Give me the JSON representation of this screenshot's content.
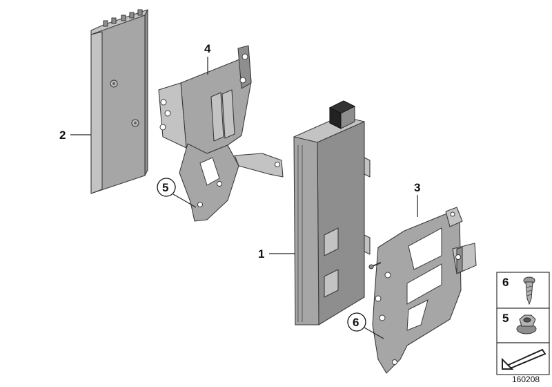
{
  "callouts": {
    "part1": "1",
    "part2": "2",
    "part3": "3",
    "part4": "4",
    "part5": "5",
    "part6": "6"
  },
  "legend": {
    "screw_label": "6",
    "nut_label": "5"
  },
  "diagram_code": "160208"
}
